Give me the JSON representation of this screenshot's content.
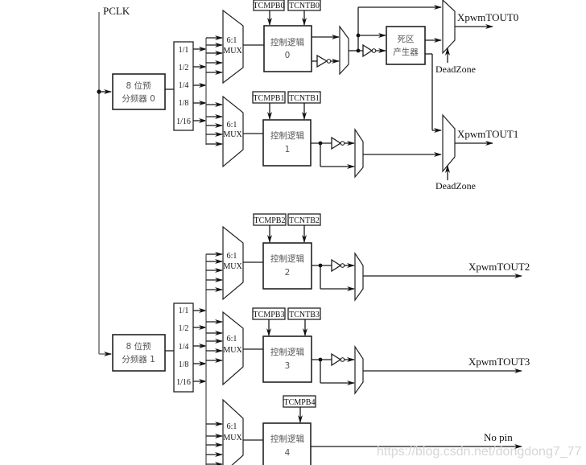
{
  "diagram": {
    "clock_label": "PCLK",
    "prescalers": [
      {
        "line1": "8 位预",
        "line2": "分频器 0"
      },
      {
        "line1": "8 位预",
        "line2": "分频器 1"
      }
    ],
    "dividers": [
      "1/1",
      "1/2",
      "1/4",
      "1/8",
      "1/16"
    ],
    "mux_label_top": "6:1",
    "mux_label_bottom": "MUX",
    "control_logic_label": "控制逻辑",
    "timers": [
      {
        "index": "0",
        "tcmpb": "TCMPB0",
        "tcntb": "TCNTB0",
        "output": "XpwmTOUT0"
      },
      {
        "index": "1",
        "tcmpb": "TCMPB1",
        "tcntb": "TCNTB1",
        "output": "XpwmTOUT1"
      },
      {
        "index": "2",
        "tcmpb": "TCMPB2",
        "tcntb": "TCNTB2",
        "output": "XpwmTOUT2"
      },
      {
        "index": "3",
        "tcmpb": "TCMPB3",
        "tcntb": "TCNTB3",
        "output": "XpwmTOUT3"
      },
      {
        "index": "4",
        "tcmpb": "TCMPB4",
        "output": "No pin"
      }
    ],
    "deadzone_generator": {
      "line1": "死区",
      "line2": "产生器"
    },
    "deadzone_label": "DeadZone",
    "watermark": "https://blog.csdn.net/dongdong7_77"
  }
}
